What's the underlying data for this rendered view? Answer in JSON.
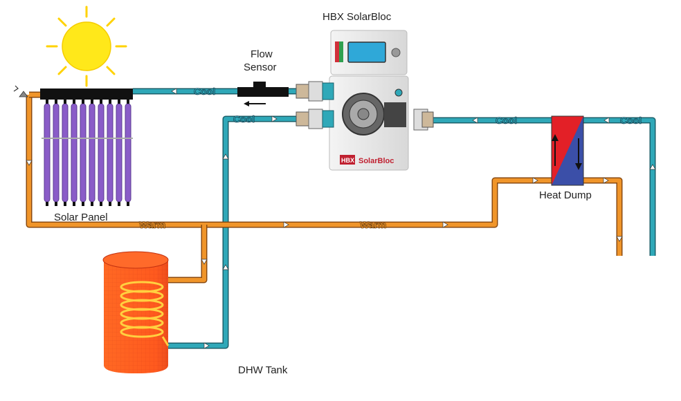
{
  "labels": {
    "hbx_title": "HBX SolarBloc",
    "flow_sensor_line1": "Flow",
    "flow_sensor_line2": "Sensor",
    "solar_panel": "Solar Panel",
    "heat_dump": "Heat Dump",
    "dhw_tank": "DHW Tank",
    "cool": "Cool",
    "warm": "Warm",
    "brand_logo": "HBX",
    "brand_name": "SolarBloc"
  },
  "colors": {
    "cool_pipe": "#2fa8b8",
    "cool_pipe_edge": "#1a5f6a",
    "warm_pipe": "#f0952a",
    "warm_pipe_edge": "#8a4a10",
    "sun": "#ffe81a",
    "tank": "#ff5a1e",
    "coil": "#ffd040",
    "tube": "#8a5cc8",
    "heat_dump_hot": "#e32027",
    "heat_dump_cold": "#3b4fa8",
    "pump_screen": "#2fa8d8",
    "pump_button": "#d0303a",
    "pump_button2": "#30a050"
  },
  "icons": [
    "sun-icon",
    "pressure-relief-icon",
    "flow-direction-arrow-icon"
  ]
}
